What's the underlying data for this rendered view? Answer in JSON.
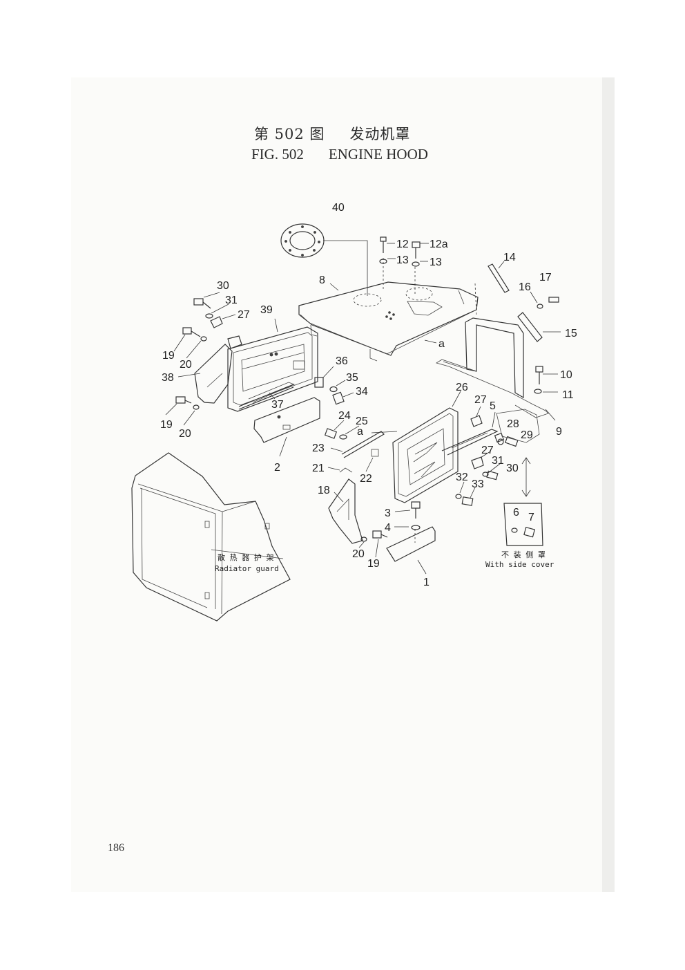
{
  "figure": {
    "title_cn_num": "第 502 图",
    "title_cn_name": "发动机罩",
    "title_en_num": "FIG. 502",
    "title_en_name": "ENGINE HOOD"
  },
  "labels": {
    "p1": "1",
    "p2": "2",
    "p3": "3",
    "p4": "4",
    "p5": "5",
    "p6": "6",
    "p7": "7",
    "p8": "8",
    "p9": "9",
    "p10": "10",
    "p11": "11",
    "p12": "12",
    "p12a": "12a",
    "p13a": "13",
    "p13b": "13",
    "p14": "14",
    "p15": "15",
    "p16": "16",
    "p17": "17",
    "p18": "18",
    "p19a": "19",
    "p19b": "19",
    "p19c": "19",
    "p20a": "20",
    "p20b": "20",
    "p20c": "20",
    "p21": "21",
    "p22": "22",
    "p23": "23",
    "p24": "24",
    "p25": "25",
    "p26": "26",
    "p27a": "27",
    "p27b": "27",
    "p27c": "27",
    "p28": "28",
    "p29": "29",
    "p30a": "30",
    "p30b": "30",
    "p31a": "31",
    "p31b": "31",
    "p32": "32",
    "p33": "33",
    "p34": "34",
    "p35": "35",
    "p36": "36",
    "p37": "37",
    "p38": "38",
    "p39": "39",
    "p40": "40",
    "ref_a1": "a",
    "ref_a2": "a"
  },
  "captions": {
    "radiator_cn": "散 热 器 护 架",
    "radiator_en": "Radiator guard",
    "side_cover_cn": "不 装 侧 罩",
    "side_cover_en": "With side cover"
  },
  "page_number": "186"
}
